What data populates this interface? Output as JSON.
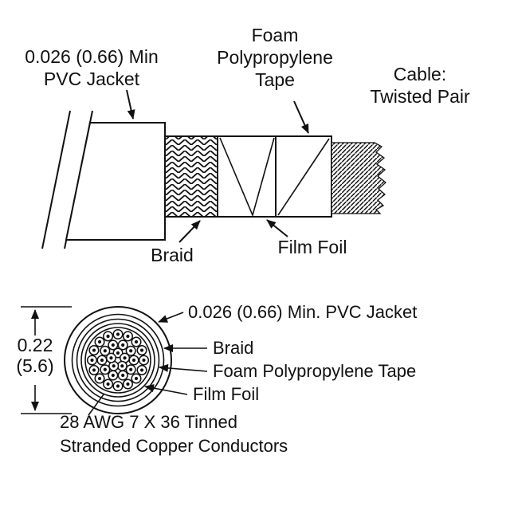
{
  "colors": {
    "line": "#111111",
    "background": "#ffffff"
  },
  "cutaway": {
    "pvc_jacket_label": {
      "line1": "0.026 (0.66) Min",
      "line2": "PVC Jacket"
    },
    "foam_tape_label": {
      "line1": "Foam",
      "line2": "Polypropylene",
      "line3": "Tape"
    },
    "cable_label": {
      "line1": "Cable:",
      "line2": "Twisted Pair"
    },
    "braid_label": "Braid",
    "film_foil_label": "Film Foil"
  },
  "cross_section": {
    "diameter_label": {
      "line1": "0.22",
      "line2": "(5.6)"
    },
    "pvc_jacket_label": "0.026 (0.66) Min. PVC Jacket",
    "braid_label": "Braid",
    "foam_tape_label": "Foam Polypropylene Tape",
    "film_foil_label": "Film Foil",
    "conductors_label": {
      "line1": "28 AWG 7 X 36 Tinned",
      "line2": "Stranded Copper Conductors"
    }
  }
}
